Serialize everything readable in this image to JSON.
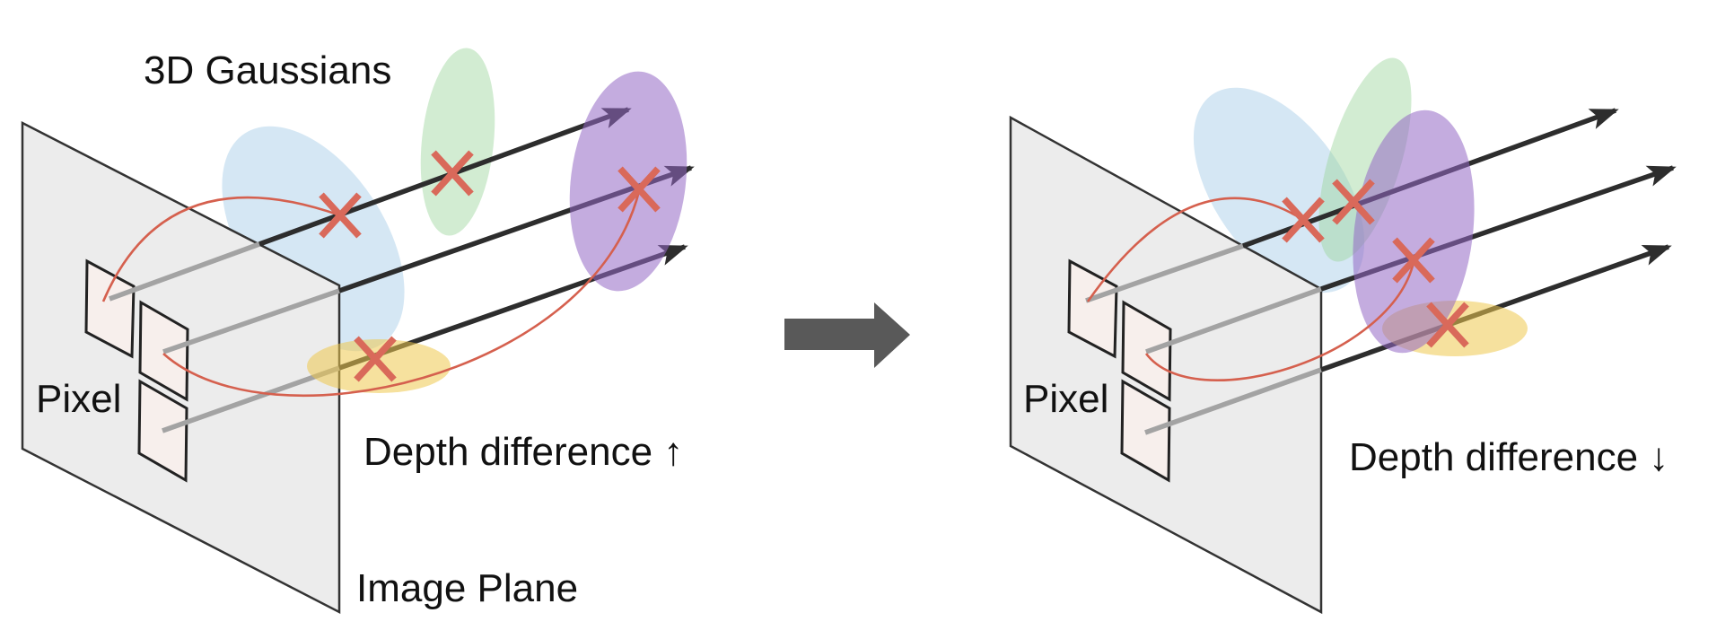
{
  "figure": {
    "description": "Two side-by-side 3D views of an image plane with pixels shooting rays through 3D Gaussians; left view has large depth differences between ray-Gaussian intersections, right view has small depth differences."
  },
  "left_panel": {
    "gaussians_label": "3D Gaussians",
    "pixel_label": "Pixel",
    "depth_label": "Depth difference ↑",
    "plane_label": "Image Plane"
  },
  "right_panel": {
    "pixel_label": "Pixel",
    "depth_label": "Depth difference ↓"
  },
  "colors": {
    "gaussian_blue": "#abcfe9",
    "gaussian_green": "#9bd49b",
    "gaussian_purple": "#9467c5",
    "gaussian_yellow": "#eec84f",
    "mark_red": "#d9695a",
    "curve_red": "#d5604e",
    "ray_black": "#2d2d2d",
    "ray_gray": "#a3a3a3",
    "plane_fill": "#ececec",
    "plane_stroke": "#333333",
    "pixel_fill": "#f7efec",
    "pixel_stroke": "#222222",
    "transition_arrow": "#595959",
    "text": "#111111"
  }
}
